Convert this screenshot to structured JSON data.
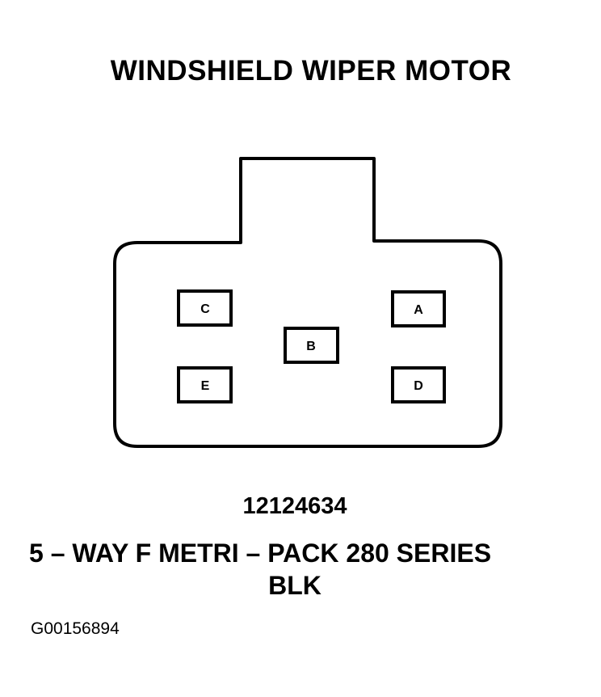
{
  "title": "WINDSHIELD WIPER MOTOR",
  "connector": {
    "pins": [
      {
        "id": "C",
        "label": "C"
      },
      {
        "id": "A",
        "label": "A"
      },
      {
        "id": "B",
        "label": "B"
      },
      {
        "id": "E",
        "label": "E"
      },
      {
        "id": "D",
        "label": "D"
      }
    ]
  },
  "part_number": "12124634",
  "description": "5 – WAY F METRI – PACK 280 SERIES",
  "color": "BLK",
  "figure_id": "G00156894"
}
